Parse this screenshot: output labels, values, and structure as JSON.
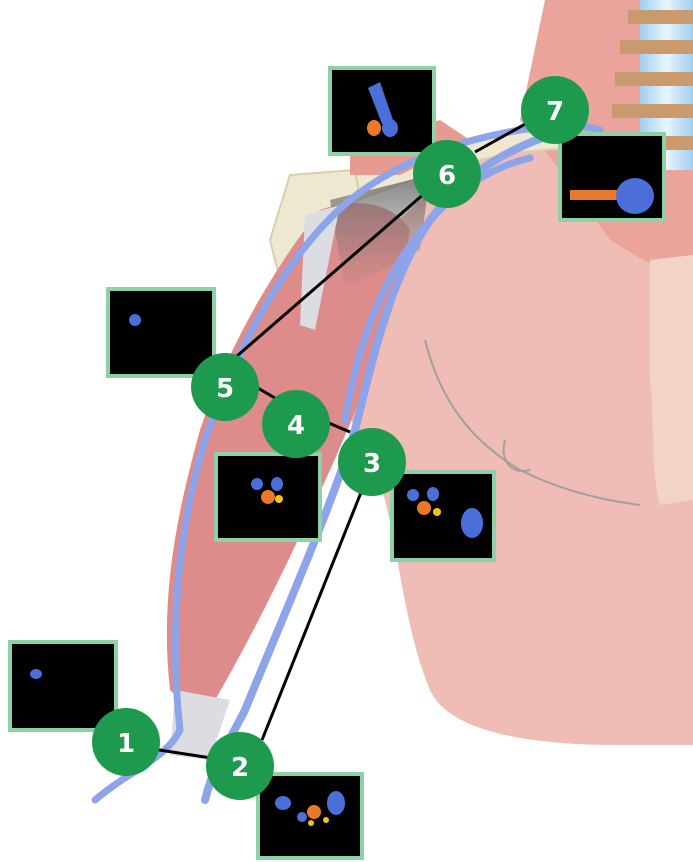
{
  "diagram": {
    "colors": {
      "marker_fill": "#1e9a4f",
      "marker_text": "#ffffff",
      "arrow": "#000000",
      "thumb_border": "#8fd1a6",
      "thumb_bg": "#000000",
      "vein": "#8da3ea",
      "artery_orange": "#e8792b",
      "nerve_yellow": "#f6c21a",
      "vessel_blue": "#4a6fd8",
      "muscle": "#dd8b8b",
      "skin": "#eeb9b1",
      "neck": "#eaa39b",
      "bone": "#efe8d0",
      "tendon": "#dcdde3"
    },
    "steps": [
      {
        "number": "1",
        "icon": "ultrasound-thumbnail-1"
      },
      {
        "number": "2",
        "icon": "ultrasound-thumbnail-2"
      },
      {
        "number": "3",
        "icon": "ultrasound-thumbnail-3"
      },
      {
        "number": "4",
        "icon": "ultrasound-thumbnail-4"
      },
      {
        "number": "5",
        "icon": "ultrasound-thumbnail-5"
      },
      {
        "number": "6",
        "icon": "ultrasound-thumbnail-6"
      },
      {
        "number": "7",
        "icon": "ultrasound-thumbnail-7"
      }
    ]
  }
}
